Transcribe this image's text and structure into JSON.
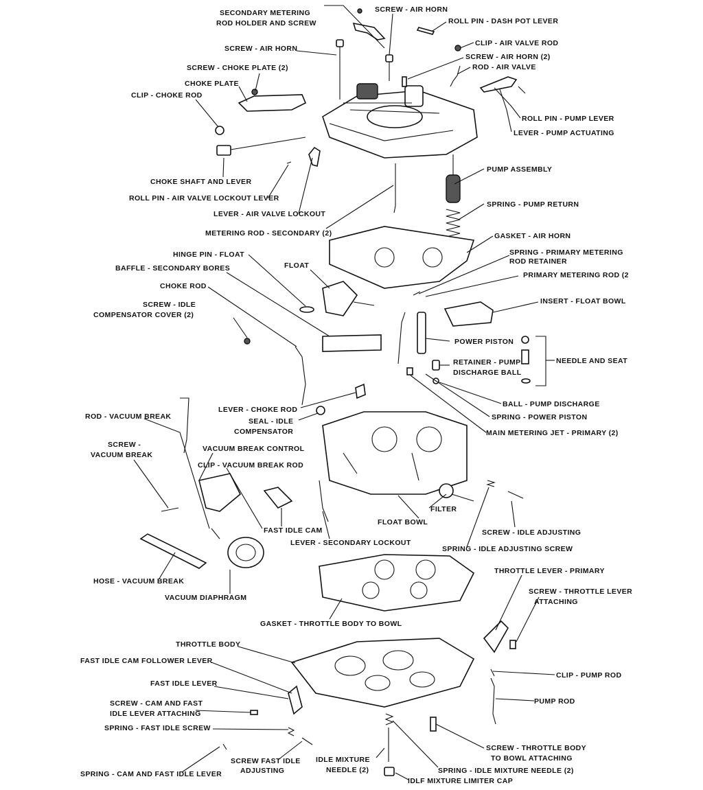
{
  "diagram": {
    "labels": {
      "sec_metering_rod_holder_1": "SECONDARY METERING",
      "sec_metering_rod_holder_2": "ROD HOLDER AND SCREW",
      "screw_air_horn_top": "SCREW - AIR HORN",
      "roll_pin_dash_pot": "ROLL PIN - DASH POT LEVER",
      "clip_air_valve_rod": "CLIP - AIR VALVE ROD",
      "screw_air_horn_2": "SCREW - AIR HORN (2)",
      "rod_air_valve": "ROD - AIR VALVE",
      "screw_air_horn_left": "SCREW - AIR HORN",
      "screw_choke_plate": "SCREW - CHOKE PLATE (2)",
      "choke_plate": "CHOKE PLATE",
      "clip_choke_rod": "CLIP - CHOKE ROD",
      "roll_pin_pump_lever": "ROLL PIN - PUMP LEVER",
      "lever_pump_actuating": "LEVER - PUMP ACTUATING",
      "choke_shaft_lever": "CHOKE SHAFT AND LEVER",
      "pump_assembly": "PUMP ASSEMBLY",
      "roll_pin_air_valve_lockout": "ROLL PIN - AIR VALVE LOCKOUT LEVER",
      "spring_pump_return": "SPRING - PUMP RETURN",
      "lever_air_valve_lockout": "LEVER - AIR VALVE LOCKOUT",
      "metering_rod_secondary": "METERING ROD - SECONDARY (2)",
      "gasket_air_horn": "GASKET - AIR HORN",
      "hinge_pin_float": "HINGE PIN - FLOAT",
      "spring_primary_retainer_1": "SPRING - PRIMARY METERING",
      "spring_primary_retainer_2": "ROD RETAINER",
      "float": "FLOAT",
      "baffle_secondary": "BAFFLE - SECONDARY BORES",
      "primary_metering_rod": "PRIMARY METERING ROD (2",
      "choke_rod": "CHOKE ROD",
      "insert_float_bowl": "INSERT - FLOAT BOWL",
      "screw_idle_comp_1": "SCREW - IDLE",
      "screw_idle_comp_2": "COMPENSATOR COVER (2)",
      "power_piston": "POWER PISTON",
      "needle_and_seat": "NEEDLE AND SEAT",
      "retainer_pump_1": "RETAINER - PUMP",
      "retainer_pump_2": "DISCHARGE BALL",
      "lever_choke_rod": "LEVER - CHOKE ROD",
      "ball_pump_discharge": "BALL - PUMP DISCHARGE",
      "seal_idle_comp_1": "SEAL - IDLE",
      "seal_idle_comp_2": "COMPENSATOR",
      "spring_power_piston": "SPRING - POWER PISTON",
      "rod_vacuum_break": "ROD - VACUUM BREAK",
      "main_metering_jet": "MAIN METERING JET - PRIMARY (2)",
      "screw_vacuum_break_1": "SCREW -",
      "screw_vacuum_break_2": "VACUUM BREAK",
      "vacuum_break_control": "VACUUM BREAK CONTROL",
      "clip_vacuum_break_rod": "CLIP - VACUUM BREAK ROD",
      "filter": "FILTER",
      "float_bowl": "FLOAT BOWL",
      "screw_idle_adjusting": "SCREW - IDLE ADJUSTING",
      "fast_idle_cam": "FAST IDLE CAM",
      "lever_secondary_lockout": "LEVER - SECONDARY LOCKOUT",
      "spring_idle_adjusting": "SPRING - IDLE ADJUSTING SCREW",
      "throttle_lever_primary": "THROTTLE LEVER - PRIMARY",
      "hose_vacuum_break": "HOSE - VACUUM BREAK",
      "screw_throttle_lever_1": "SCREW - THROTTLE LEVER",
      "screw_throttle_lever_2": "ATTACHING",
      "vacuum_diaphragm": "VACUUM DIAPHRAGM",
      "gasket_throttle_body": "GASKET - THROTTLE BODY TO BOWL",
      "throttle_body": "THROTTLE BODY",
      "fast_idle_cam_follower": "FAST IDLE CAM FOLLOWER LEVER",
      "clip_pump_rod": "CLIP - PUMP ROD",
      "fast_idle_lever": "FAST IDLE LEVER",
      "pump_rod": "PUMP ROD",
      "screw_cam_fast_1": "SCREW - CAM AND FAST",
      "screw_cam_fast_2": "IDLE LEVER ATTACHING",
      "spring_fast_idle_screw": "SPRING - FAST IDLE SCREW",
      "screw_throttle_body_1": "SCREW - THROTTLE BODY",
      "screw_throttle_body_2": "TO BOWL ATTACHING",
      "screw_fast_idle_adj_1": "SCREW FAST IDLE",
      "screw_fast_idle_adj_2": "ADJUSTING",
      "idle_mixture_needle_1": "IDLE MIXTURE",
      "idle_mixture_needle_2": "NEEDLE (2)",
      "spring_cam_fast": "SPRING - CAM AND FAST IDLE LEVER",
      "spring_idle_mixture": "SPRING - IDLE MIXTURE NEEDLE (2)",
      "idle_mixture_limiter": "IDLF MIXTURE LIMITER CAP"
    }
  }
}
